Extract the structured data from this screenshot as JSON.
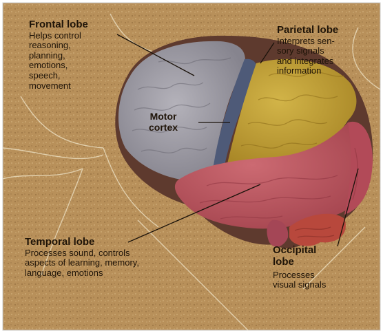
{
  "labels": {
    "frontal": {
      "title": "Frontal lobe",
      "desc": "Helps control\nreasoning,\nplanning,\nemotions,\nspeech,\nmovement"
    },
    "parietal": {
      "title": "Parietal lobe",
      "desc": "Interprets sen-\nsory signals\nand integrates\ninformation"
    },
    "motor": {
      "title": "Motor\ncortex"
    },
    "temporal": {
      "title": "Temporal lobe",
      "desc": "Processes sound, controls\naspects of learning, memory,\nlanguage, emotions"
    },
    "occipital": {
      "title": "Occipital\nlobe",
      "desc": "Processes\nvisual signals"
    }
  },
  "colors": {
    "background": "#b8905a",
    "frontal": "#9c9aa2",
    "motor_strip": "#4e5a78",
    "parietal": "#c2a032",
    "temporal": "#bc5660",
    "occipital": "#c25060",
    "cerebellum": "#b8483c"
  }
}
